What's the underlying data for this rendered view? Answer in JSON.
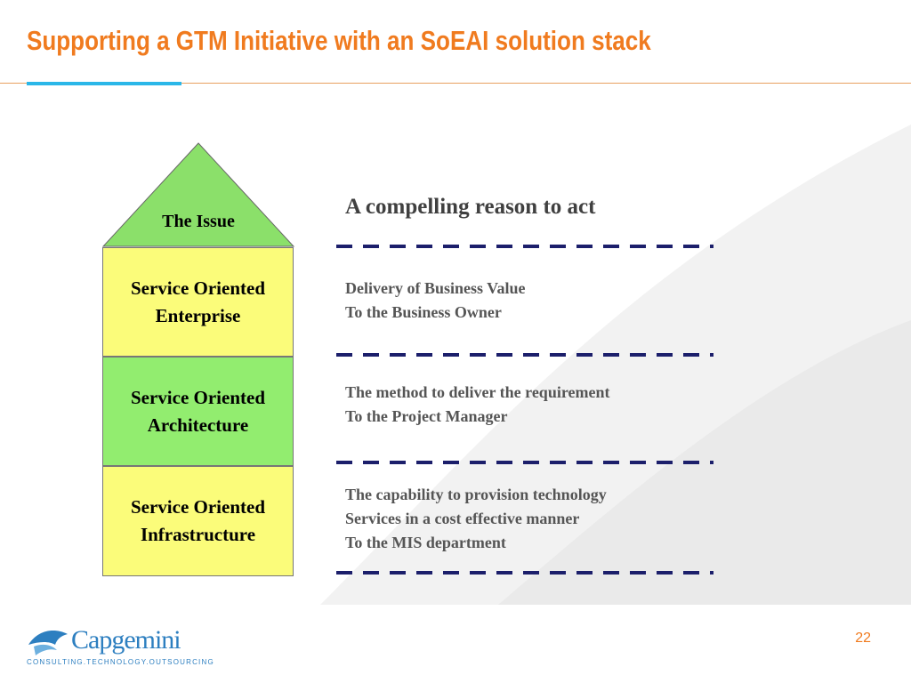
{
  "slide": {
    "title": "Supporting a GTM Initiative with an SoEAI solution stack",
    "page_number": "22"
  },
  "diagram": {
    "roof_label": "The Issue",
    "blocks": [
      {
        "label": "Service Oriented\nEnterprise",
        "color": "#fbfc7a"
      },
      {
        "label": "Service Oriented\nArchitecture",
        "color": "#92ed6f"
      },
      {
        "label": "Service Oriented\nInfrastructure",
        "color": "#fbfc7a"
      }
    ],
    "captions": [
      "A compelling reason to act",
      "Delivery of Business Value\nTo the Business Owner",
      "The method to deliver the requirement\nTo the Project Manager",
      "The capability to provision technology\nServices in a cost effective manner\nTo the MIS department"
    ]
  },
  "logo": {
    "name": "Capgemini",
    "tagline": "CONSULTING.TECHNOLOGY.OUTSOURCING"
  },
  "colors": {
    "title": "#f07b1f",
    "accent": "#2bb7e8",
    "roof": "#8be06a",
    "dash": "#1c1f6b",
    "logo": "#2d7fc0"
  }
}
